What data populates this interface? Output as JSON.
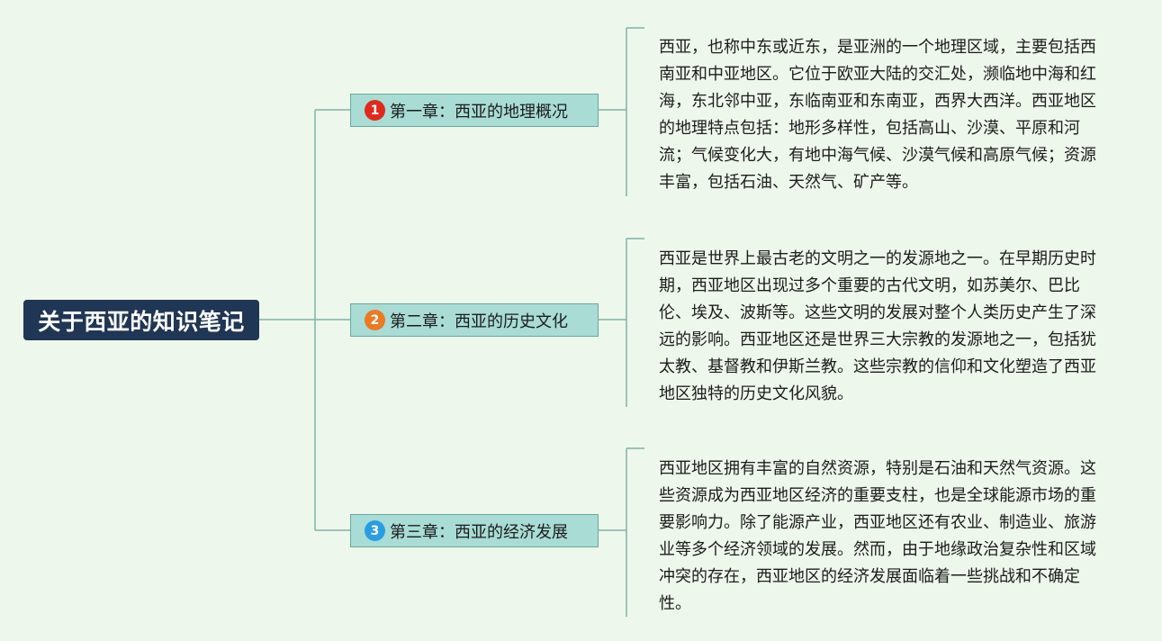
{
  "root": {
    "title": "关于西亚的知识笔记"
  },
  "chapters": [
    {
      "number": "1",
      "badge_color": "#e02a1b",
      "title": "第一章：西亚的地理概况",
      "note": "西亚，也称中东或近东，是亚洲的一个地理区域，主要包括西南亚和中亚地区。它位于欧亚大陆的交汇处，濒临地中海和红海，东北邻中亚，东临南亚和东南亚，西界大西洋。西亚地区的地理特点包括：地形多样性，包括高山、沙漠、平原和河流；气候变化大，有地中海气候、沙漠气候和高原气候；资源丰富，包括石油、天然气、矿产等。"
    },
    {
      "number": "2",
      "badge_color": "#ec7a23",
      "title": "第二章：西亚的历史文化",
      "note": "西亚是世界上最古老的文明之一的发源地之一。在早期历史时期，西亚地区出现过多个重要的古代文明，如苏美尔、巴比伦、埃及、波斯等。这些文明的发展对整个人类历史产生了深远的影响。西亚地区还是世界三大宗教的发源地之一，包括犹太教、基督教和伊斯兰教。这些宗教的信仰和文化塑造了西亚地区独特的历史文化风貌。"
    },
    {
      "number": "3",
      "badge_color": "#2a9ee3",
      "title": "第三章：西亚的经济发展",
      "note": "西亚地区拥有丰富的自然资源，特别是石油和天然气资源。这些资源成为西亚地区经济的重要支柱，也是全球能源市场的重要影响力。除了能源产业，西亚地区还有农业、制造业、旅游业等多个经济领域的发展。然而，由于地缘政治复杂性和区域冲突的存在，西亚地区的经济发展面临着一些挑战和不确定性。"
    }
  ],
  "colors": {
    "background": "#eef7ec",
    "root_fill": "#1f3654",
    "chapter_fill": "#a8dcd5",
    "connector": "#7fb3a8"
  }
}
